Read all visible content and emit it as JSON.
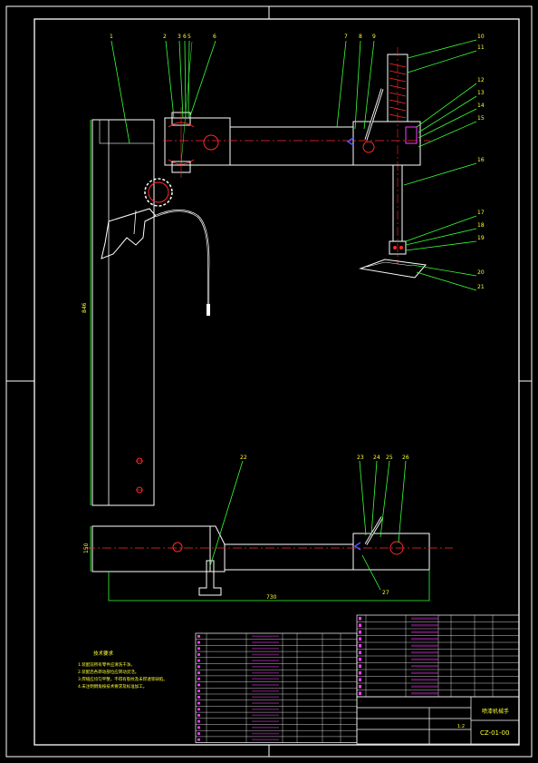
{
  "callouts_top": [
    "1",
    "2",
    "3",
    "6",
    "5",
    "6",
    "7",
    "8",
    "9",
    "10",
    "11",
    "12",
    "13",
    "14",
    "15",
    "16",
    "17",
    "18",
    "19",
    "20",
    "21"
  ],
  "callouts_bottom": [
    "22",
    "23",
    "24",
    "25",
    "26",
    "27"
  ],
  "dims": {
    "vertical_left": "846",
    "bottom_height": "150",
    "bottom_width": "730"
  },
  "notes": {
    "title": "技术要求",
    "lines": [
      "1.装配前所有零件应清洗干净。",
      "2.装配后各转动部位应转动灵活。",
      "3.焊缝应均匀平整，不得有裂纹及未焊透等缺陷。",
      "4.未注明倒角按技术要求及标准加工。"
    ]
  },
  "title_block": {
    "name": "喷漆机械手",
    "drawing_no": "CZ-01-00",
    "scale": "1:2"
  },
  "colors": {
    "line": "#ffffff",
    "accent": "#ff2a2a",
    "leader": "#39ff39",
    "text_yellow": "#ffff33",
    "part": "#ff3bff",
    "cyan": "#00ffff"
  }
}
